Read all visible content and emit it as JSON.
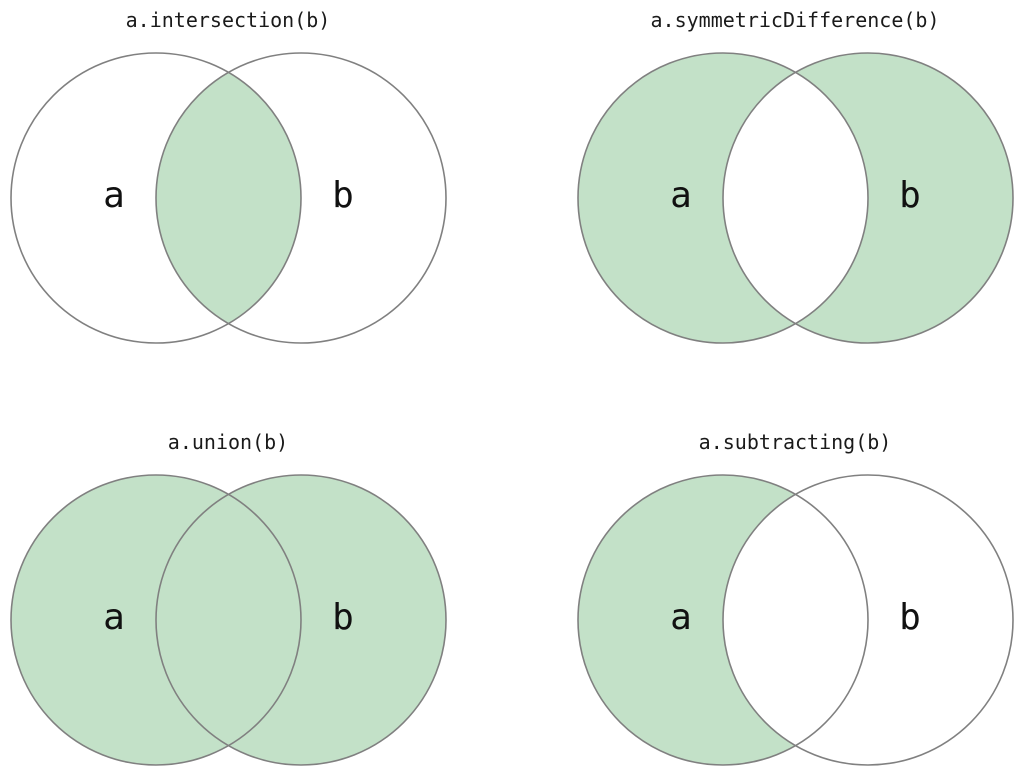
{
  "colors": {
    "fill": "#c3e1c8",
    "outline": "#808080",
    "text": "#111111"
  },
  "diagrams": [
    {
      "title": "a.intersection(b)",
      "left_label": "a",
      "right_label": "b",
      "shaded": [
        "intersection"
      ]
    },
    {
      "title": "a.symmetricDifference(b)",
      "left_label": "a",
      "right_label": "b",
      "shaded": [
        "a-only",
        "b-only"
      ]
    },
    {
      "title": "a.union(b)",
      "left_label": "a",
      "right_label": "b",
      "shaded": [
        "a-only",
        "intersection",
        "b-only"
      ]
    },
    {
      "title": "a.subtracting(b)",
      "left_label": "a",
      "right_label": "b",
      "shaded": [
        "a-only"
      ]
    }
  ]
}
